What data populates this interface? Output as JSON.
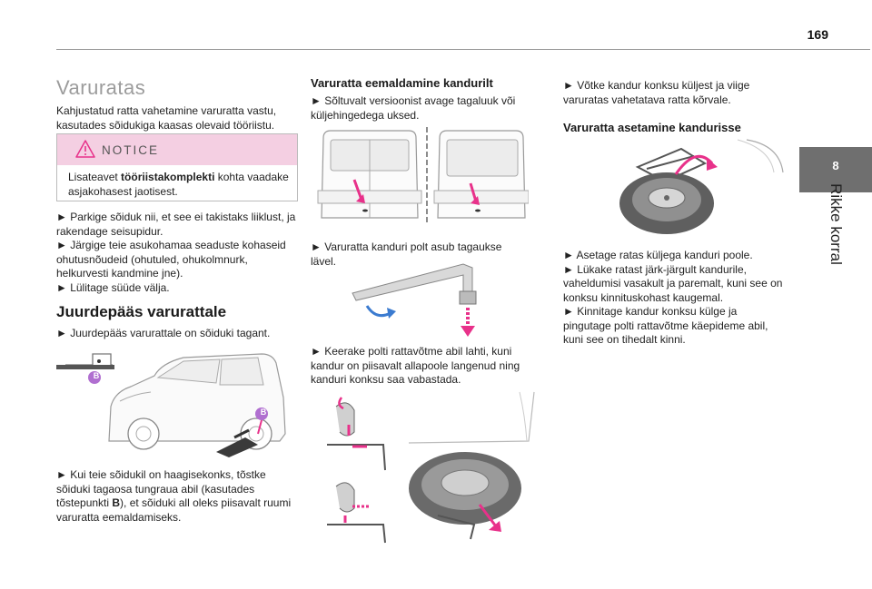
{
  "page": {
    "number": "169",
    "chapter_number": "8",
    "chapter_title": "Rikke korral"
  },
  "left": {
    "title": "Varuratas",
    "intro": "Kahjustatud ratta vahetamine varuratta vastu, kasutades sõidukiga kaasas olevaid tööriistu.",
    "notice": {
      "title": "NOTICE",
      "text_before": "Lisateavet ",
      "text_bold": "tööriistakomplekti",
      "text_after": " kohta vaadake asjakohasest jaotisest."
    },
    "steps": [
      "► Parkige sõiduk nii, et see ei takistaks liiklust, ja rakendage seisupidur.",
      "► Järgige teie asukohamaa seaduste kohaseid ohutusnõudeid (ohutuled, ohukolmnurk, helkurvesti kandmine jne).",
      "► Lülitage süüde välja."
    ],
    "access_title": "Juurdepääs varurattale",
    "access_step": "► Juurdepääs varurattale on sõiduki tagant.",
    "marker_label": "B",
    "trailer_before": "► Kui teie sõidukil on haagisekonks, tõstke sõiduki tagaosa tungraua abil (kasutades tõstepunkti ",
    "trailer_bold": "B",
    "trailer_after": "), et sõiduki all oleks piisavalt ruumi varuratta eemaldamiseks."
  },
  "middle": {
    "title": "Varuratta eemaldamine kandurilt",
    "step1": "► Sõltuvalt versioonist avage tagaluuk või küljehingedega uksed.",
    "step2": "► Varuratta kanduri polt asub tagaukse lävel.",
    "step3": "► Keerake polti rattavõtme abil lahti, kuni kandur on piisavalt allapoole langenud ning kanduri konksu saa vabastada."
  },
  "right": {
    "step1": "► Võtke kandur konksu küljest ja viige varuratas vahetatava ratta kõrvale.",
    "title": "Varuratta asetamine kandurisse",
    "steps": [
      "► Asetage ratas küljega kanduri poole.",
      "► Lükake ratast järk-järgult kandurile, vaheldumisi vasakult ja paremalt, kuni see on konksu kinnituskohast kaugemal.",
      "► Kinnitage kandur konksu külge ja pingutage polti rattavõtme käepideme abil, kuni see on tihedalt kinni."
    ]
  },
  "colors": {
    "accent": "#e8318a",
    "marker": "#b06fd0",
    "tab": "#6f6f6f",
    "notice_bg": "#f4cfe2"
  }
}
